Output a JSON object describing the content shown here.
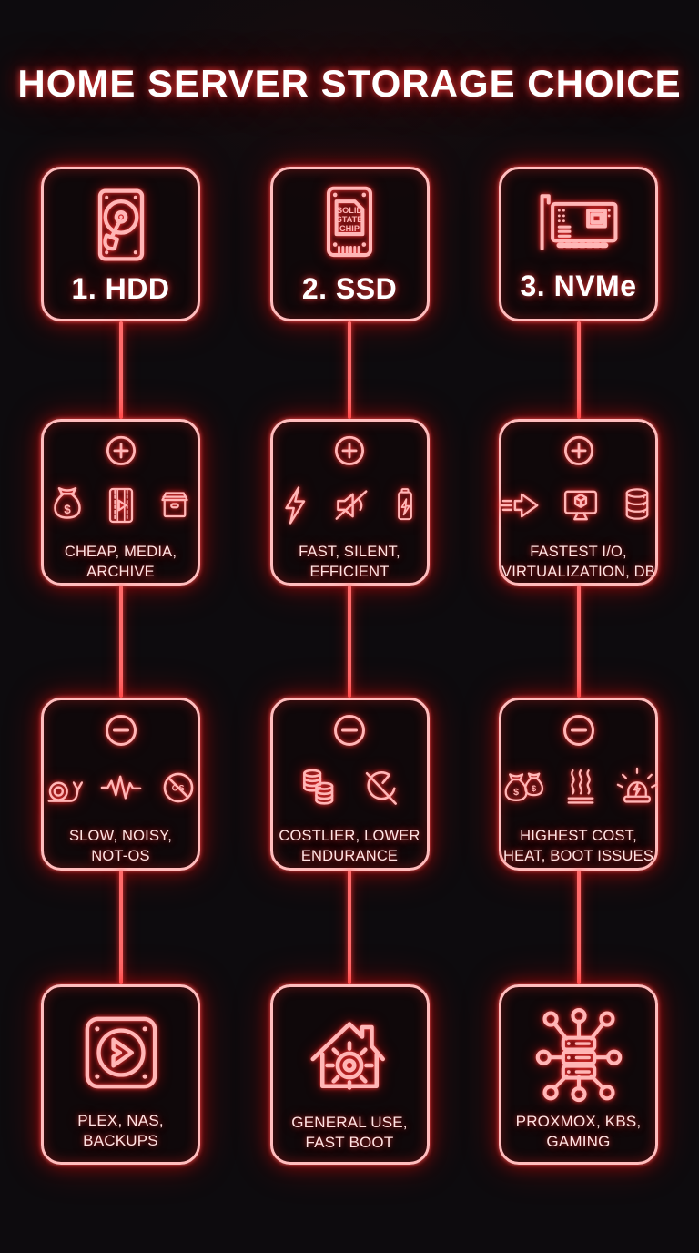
{
  "title": "HOME SERVER STORAGE CHOICE",
  "colors": {
    "background": "#0d0b0e",
    "neon_border": "#ffbdbd",
    "neon_stroke": "#ffb6b6",
    "glow_red": "#ff1f1f",
    "connector": "#ff6b6b",
    "title_text": "#ffffff",
    "body_text": "#ffe3e3"
  },
  "columns": [
    {
      "id": "hdd",
      "title": "1. HDD",
      "type_icon": "hdd-drive-icon",
      "pros": {
        "badge": "plus",
        "icons": [
          "money-bag-icon",
          "film-reel-icon",
          "archive-box-icon"
        ],
        "text": "CHEAP, MEDIA,\nARCHIVE"
      },
      "cons": {
        "badge": "minus",
        "icons": [
          "snail-icon",
          "noise-wave-icon",
          "no-os-icon"
        ],
        "no_icon_text": "OS",
        "text": "SLOW, NOISY,\nNOT-OS"
      },
      "use": {
        "icon": "plex-icon",
        "text": "PLEX, NAS,\nBACKUPS"
      }
    },
    {
      "id": "ssd",
      "title": "2. SSD",
      "type_icon": "ssd-chip-icon",
      "chip_lines": [
        "SOLID",
        "STATE",
        "CHIP"
      ],
      "pros": {
        "badge": "plus",
        "icons": [
          "lightning-icon",
          "mute-speaker-icon",
          "battery-bolt-icon"
        ],
        "text": "FAST, SILENT,\nEFFICIENT"
      },
      "cons": {
        "badge": "minus",
        "icons": [
          "coin-stacks-icon",
          "low-endurance-icon"
        ],
        "text": "COSTLIER, LOWER\nENDURANCE"
      },
      "use": {
        "icon": "home-gear-icon",
        "text": "GENERAL USE,\nFAST BOOT"
      }
    },
    {
      "id": "nvme",
      "title": "3. NVMe",
      "type_icon": "nvme-card-icon",
      "pros": {
        "badge": "plus",
        "icons": [
          "speed-arrow-icon",
          "vm-monitor-icon",
          "database-icon"
        ],
        "text": "FASTEST I/O,\nVIRTUALIZATION, DB"
      },
      "cons": {
        "badge": "minus",
        "icons": [
          "money-bags-icon",
          "heat-icon",
          "alarm-icon"
        ],
        "text": "HIGHEST COST,\nHEAT, BOOT ISSUES"
      },
      "use": {
        "icon": "server-cluster-icon",
        "text": "PROXMOX, KBS,\nGAMING"
      }
    }
  ]
}
